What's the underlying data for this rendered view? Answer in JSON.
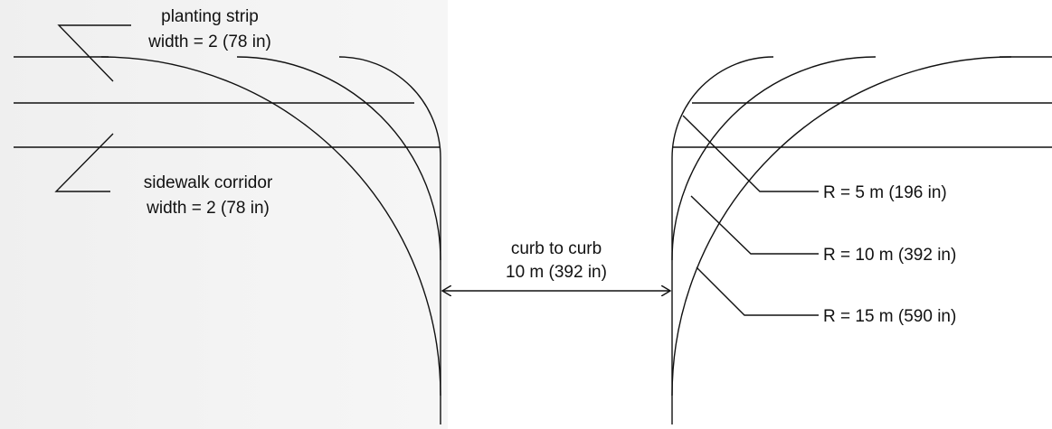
{
  "labels": {
    "planting_strip": {
      "line1": "planting strip",
      "line2": "width = 2 (78 in)"
    },
    "sidewalk_corridor": {
      "line1": "sidewalk corridor",
      "line2": "width = 2 (78 in)"
    },
    "curb_to_curb": {
      "line1": "curb to curb",
      "line2": "10 m (392 in)"
    },
    "radii": [
      "R = 5 m (196 in)",
      "R = 10 m (392 in)",
      "R = 15 m (590 in)"
    ]
  },
  "colors": {
    "ink": "#111111",
    "left_background": "#f1f1f1"
  }
}
